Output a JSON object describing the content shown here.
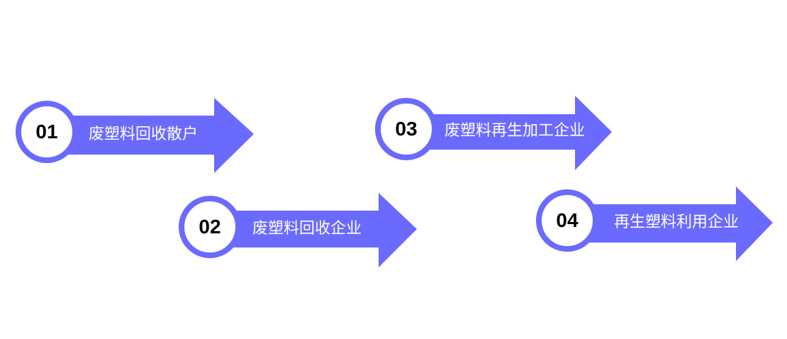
{
  "theme": {
    "accent": "#6a6aff",
    "badge_fill": "#ffffff",
    "text_dark": "#000000",
    "text_light": "#ffffff"
  },
  "steps": [
    {
      "number": "01",
      "label": "废塑料回收散户"
    },
    {
      "number": "02",
      "label": "废塑料回收企业"
    },
    {
      "number": "03",
      "label": "废塑料再生加工企业"
    },
    {
      "number": "04",
      "label": "再生塑料利用企业"
    }
  ]
}
